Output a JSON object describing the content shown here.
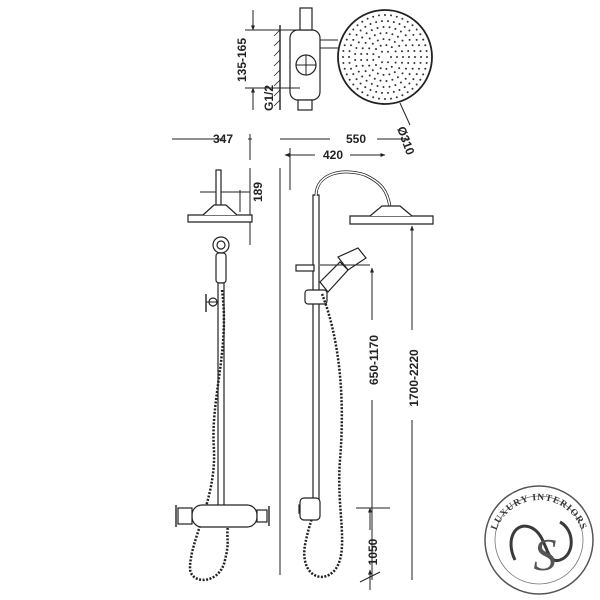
{
  "dimensions": {
    "top_height": "135-165",
    "thread": "G1/2",
    "head_diameter": "Ø310",
    "width_left": "347",
    "width_right": "550",
    "arm_reach": "420",
    "handshower_height": "189",
    "mixer_height": "650-1170",
    "total_height": "1700-2220",
    "floor_height": "1050"
  },
  "logo": {
    "text": "LUXURY INTERIORS",
    "monogram": "S"
  }
}
